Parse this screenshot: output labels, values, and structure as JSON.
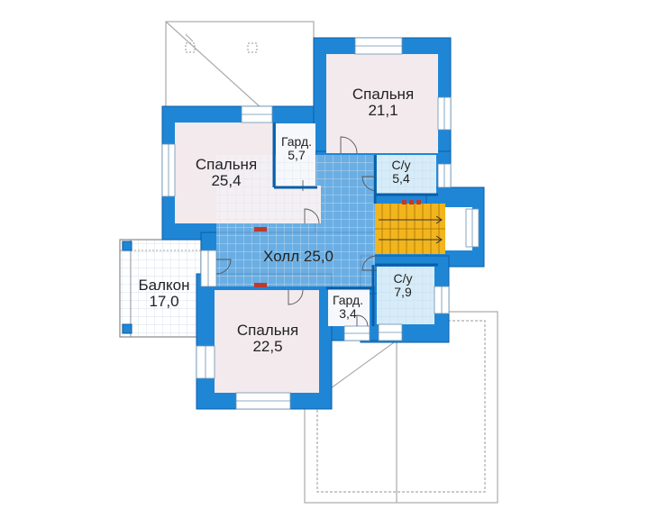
{
  "colors": {
    "wall": "#1f86d6",
    "wall_edge": "#0a5ea8",
    "bedroom_fill": "#f3eaee",
    "bathroom_fill": "#d6ecf8",
    "hall_fill": "#f6f8fb",
    "grid_line": "#c9d8e6",
    "stair_fill": "#f2b51d",
    "roof_line": "#aaaaaa",
    "dimension_line": "#888888"
  },
  "rooms": {
    "bedroom1": {
      "name": "Спальня",
      "area": "21,1"
    },
    "bedroom2": {
      "name": "Спальня",
      "area": "25,4"
    },
    "wardrobe1": {
      "name": "Гард.",
      "area": "5,7"
    },
    "bath1": {
      "name": "С/у",
      "area": "5,4"
    },
    "hall": {
      "name": "Холл",
      "area": "25,0"
    },
    "balcony": {
      "name": "Балкон",
      "area": "17,0"
    },
    "wardrobe2": {
      "name": "Гард.",
      "area": "3,4"
    },
    "bath2": {
      "name": "С/у",
      "area": "7,9"
    },
    "bedroom3": {
      "name": "Спальня",
      "area": "22,5"
    }
  }
}
